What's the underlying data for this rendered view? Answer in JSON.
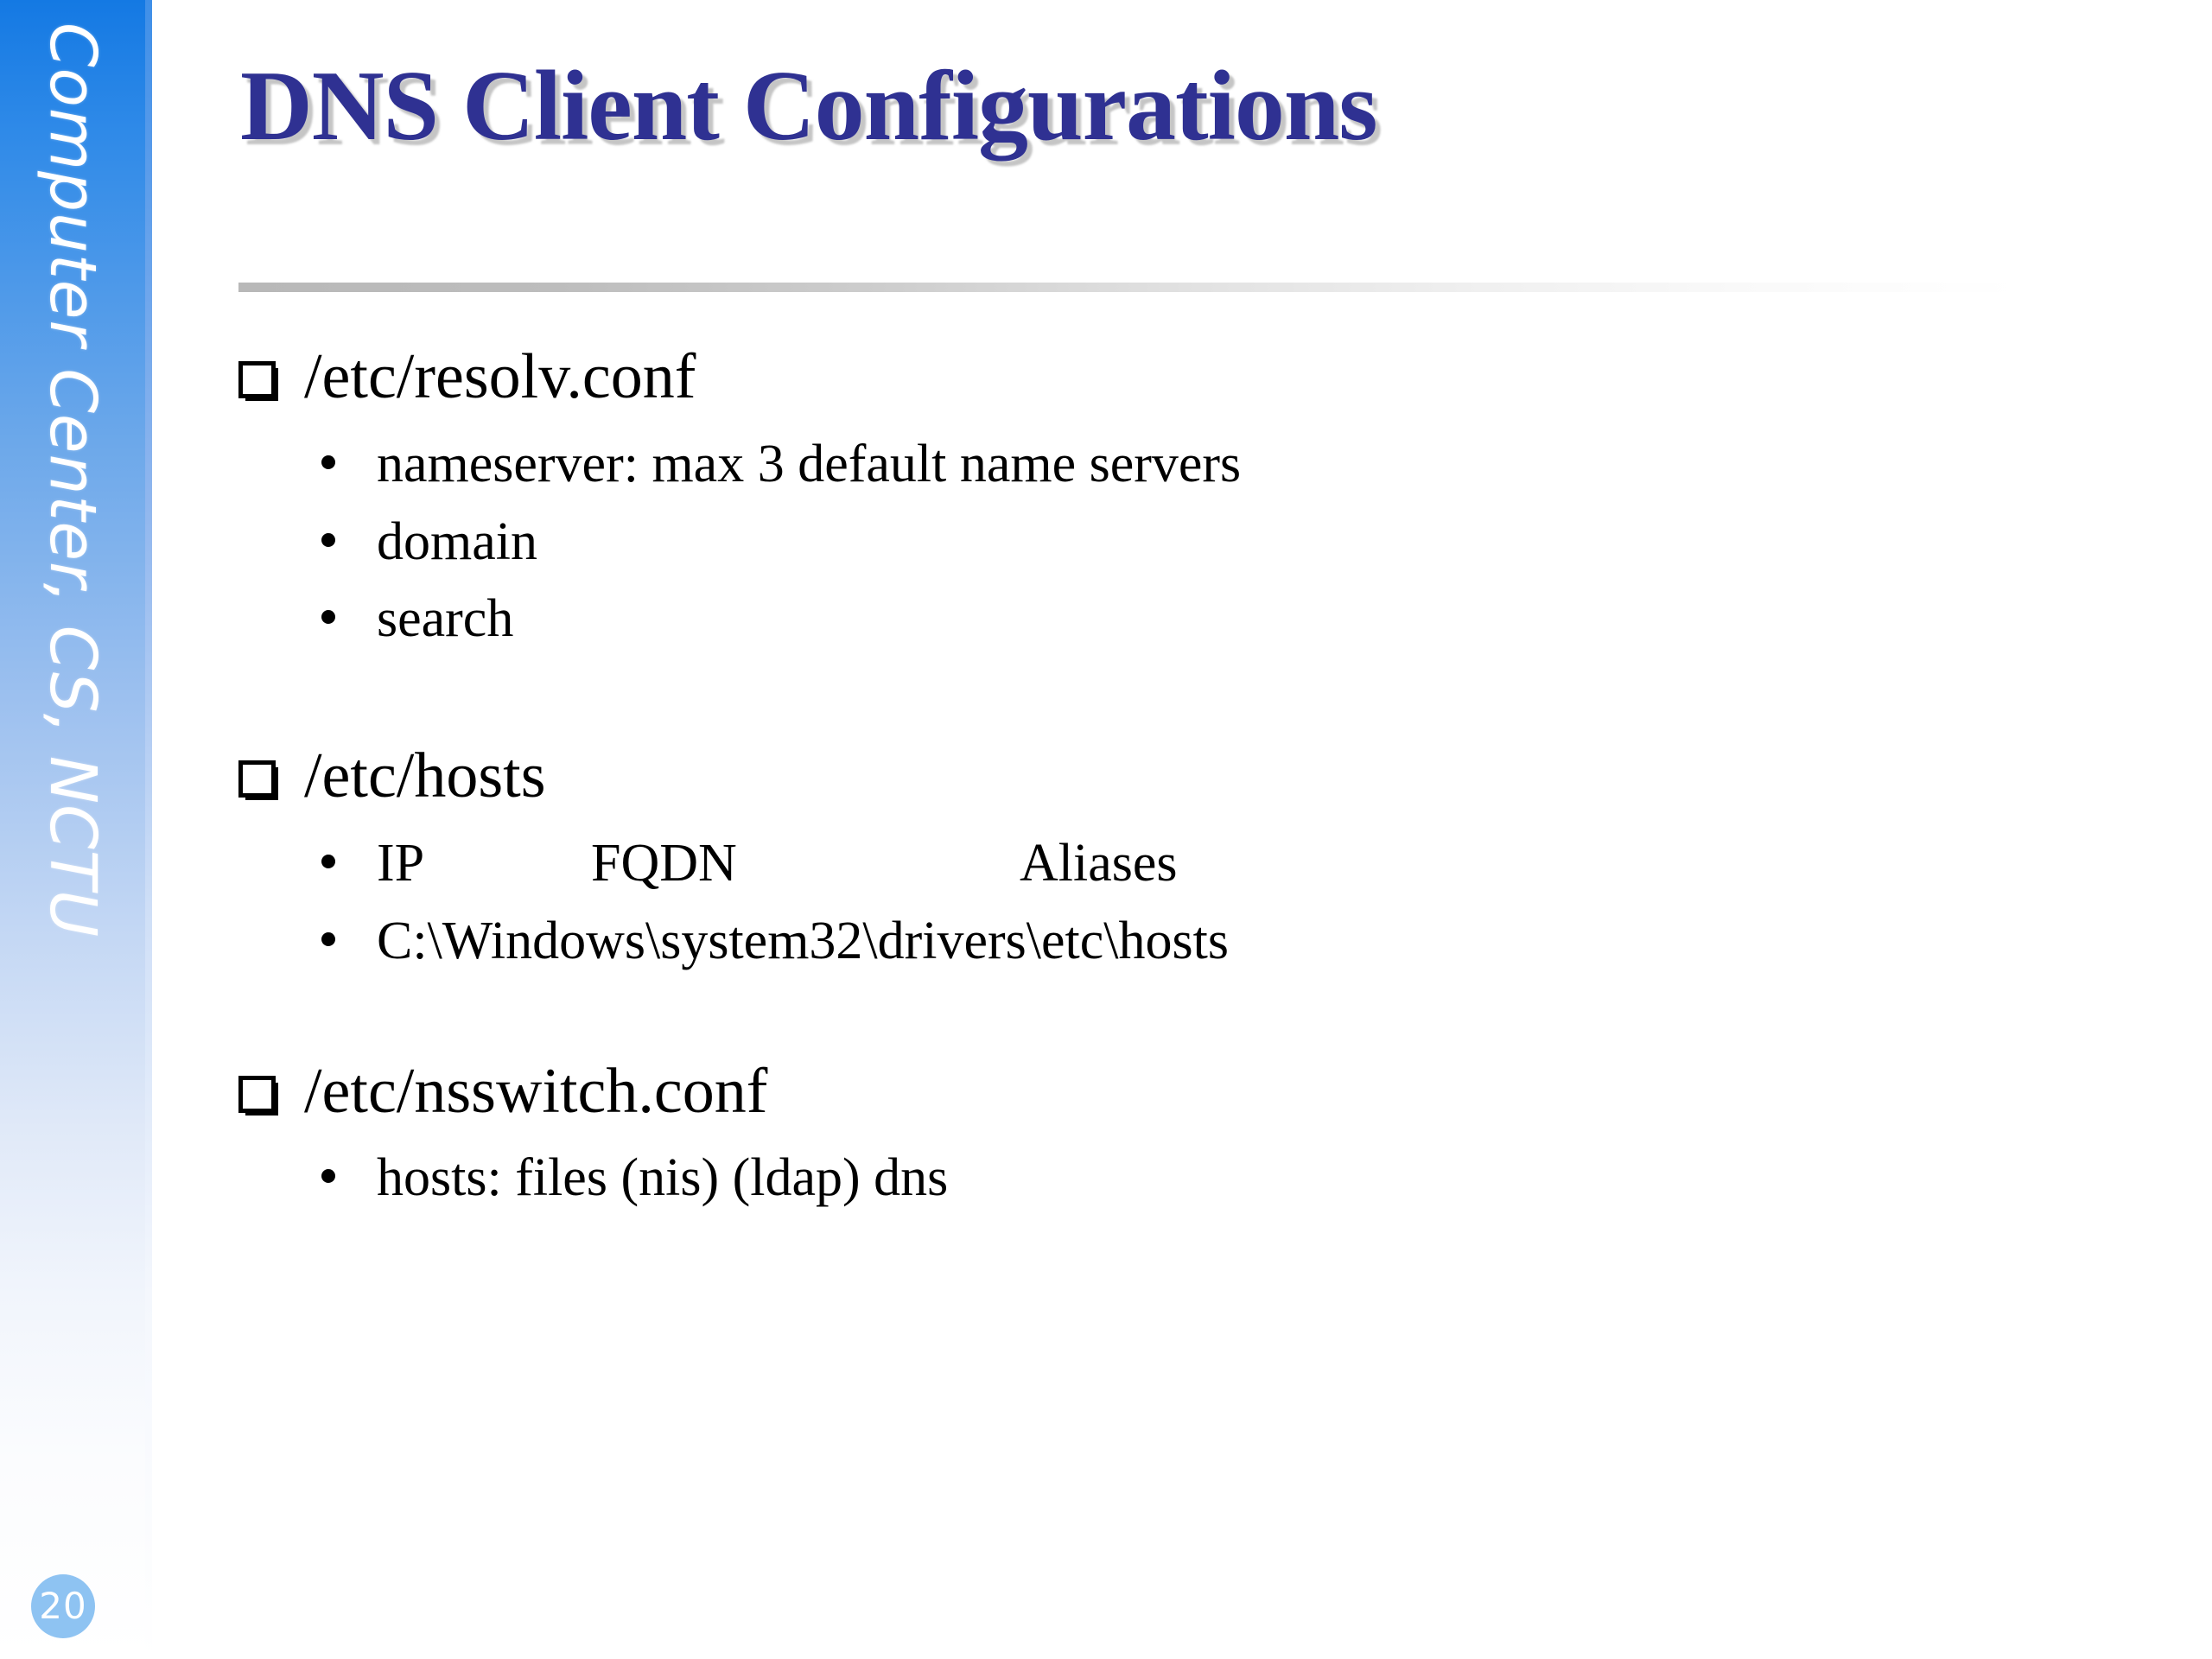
{
  "slide": {
    "title": "DNS Client Configurations",
    "page_number": "20",
    "sidebar_text": "Computer Center, CS, NCTU",
    "colors": {
      "title": "#2F3192",
      "sidebar_top": "#1479E3",
      "sidebar_bottom": "#FFFFFF",
      "page_badge": "#8EC3F2",
      "rule": "#B8B8B8",
      "body_text": "#000000"
    }
  },
  "content": {
    "sections": [
      {
        "heading": "/etc/resolv.conf",
        "items": [
          "nameserver: max 3 default name servers",
          "domain",
          "search"
        ]
      },
      {
        "heading": "/etc/hosts",
        "items": [
          "IP\t\tFQDN\t\t\tAliases",
          "C:\\Windows\\system32\\drivers\\etc\\hosts"
        ]
      },
      {
        "heading": "/etc/nsswitch.conf",
        "items": [
          "hosts: files (nis) (ldap) dns"
        ]
      }
    ]
  }
}
